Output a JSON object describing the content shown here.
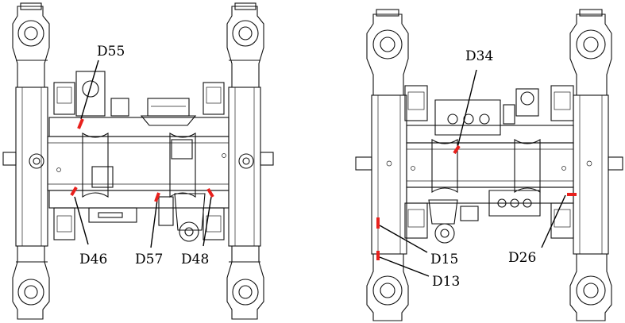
{
  "labels": {
    "d55": "D55",
    "d46": "D46",
    "d57": "D57",
    "d48": "D48",
    "d34": "D34",
    "d15": "D15",
    "d13": "D13",
    "d26": "D26"
  },
  "colors": {
    "marker": "#e8201c",
    "line": "#111111"
  }
}
